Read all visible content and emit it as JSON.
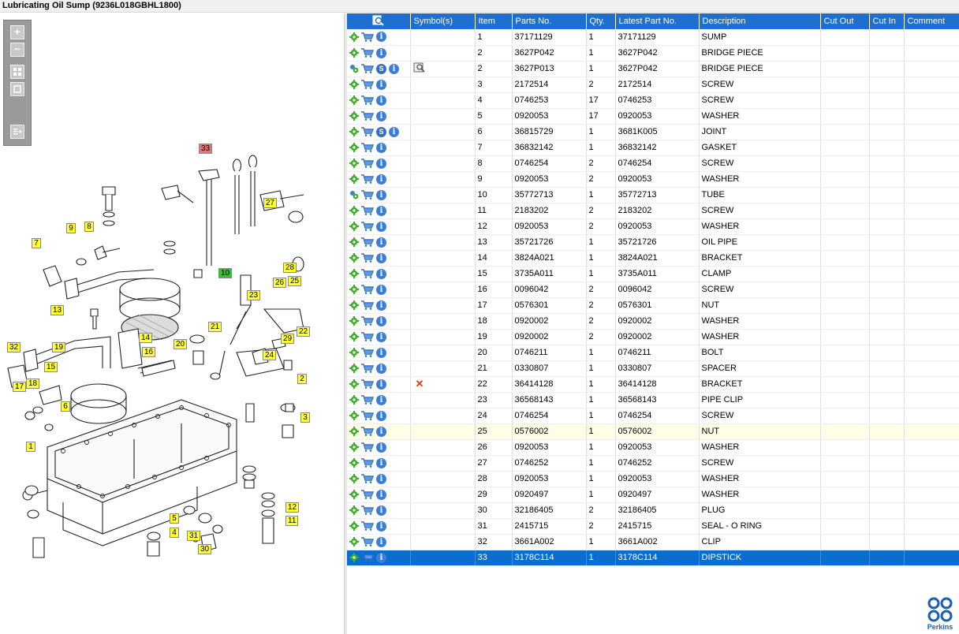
{
  "title": "Lubricating Oil Sump (9236L018GBHL1800)",
  "toolbar": {
    "zoom_in": "+",
    "zoom_out": "−"
  },
  "diagram": {
    "callouts": [
      {
        "label": "33",
        "style": "red"
      },
      {
        "label": "27",
        "style": "yellow"
      },
      {
        "label": "9",
        "style": "yellow"
      },
      {
        "label": "8",
        "style": "yellow"
      },
      {
        "label": "7",
        "style": "yellow"
      },
      {
        "label": "10",
        "style": "green"
      },
      {
        "label": "28",
        "style": "yellow"
      },
      {
        "label": "26",
        "style": "yellow"
      },
      {
        "label": "25",
        "style": "yellow"
      },
      {
        "label": "23",
        "style": "yellow"
      },
      {
        "label": "13",
        "style": "yellow"
      },
      {
        "label": "22",
        "style": "yellow"
      },
      {
        "label": "21",
        "style": "yellow"
      },
      {
        "label": "14",
        "style": "yellow"
      },
      {
        "label": "29",
        "style": "yellow"
      },
      {
        "label": "20",
        "style": "yellow"
      },
      {
        "label": "32",
        "style": "yellow"
      },
      {
        "label": "19",
        "style": "yellow"
      },
      {
        "label": "16",
        "style": "yellow"
      },
      {
        "label": "24",
        "style": "yellow"
      },
      {
        "label": "15",
        "style": "yellow"
      },
      {
        "label": "2",
        "style": "yellow"
      },
      {
        "label": "17",
        "style": "yellow"
      },
      {
        "label": "18",
        "style": "yellow"
      },
      {
        "label": "6",
        "style": "yellow"
      },
      {
        "label": "3",
        "style": "yellow"
      },
      {
        "label": "1",
        "style": "yellow"
      },
      {
        "label": "12",
        "style": "yellow"
      },
      {
        "label": "5",
        "style": "yellow"
      },
      {
        "label": "11",
        "style": "yellow"
      },
      {
        "label": "4",
        "style": "yellow"
      },
      {
        "label": "31",
        "style": "yellow"
      },
      {
        "label": "30",
        "style": "yellow"
      }
    ]
  },
  "table": {
    "columns": [
      "Symbol(s)",
      "Item",
      "Parts No.",
      "Qty.",
      "Latest Part No.",
      "Description",
      "Cut Out",
      "Cut In",
      "Comment"
    ],
    "rows": [
      {
        "item": "1",
        "part": "37171129",
        "qty": "1",
        "latest": "37171129",
        "desc": "SUMP",
        "gear": "single",
        "s": false,
        "sym": ""
      },
      {
        "item": "2",
        "part": "3627P042",
        "qty": "1",
        "latest": "3627P042",
        "desc": "BRIDGE PIECE",
        "gear": "single",
        "s": false,
        "sym": ""
      },
      {
        "item": "2",
        "part": "3627P013",
        "qty": "1",
        "latest": "3627P042",
        "desc": "BRIDGE PIECE",
        "gear": "multi",
        "s": true,
        "sym": "book"
      },
      {
        "item": "3",
        "part": "2172514",
        "qty": "2",
        "latest": "2172514",
        "desc": "SCREW",
        "gear": "single",
        "s": false,
        "sym": ""
      },
      {
        "item": "4",
        "part": "0746253",
        "qty": "17",
        "latest": "0746253",
        "desc": "SCREW",
        "gear": "single",
        "s": false,
        "sym": ""
      },
      {
        "item": "5",
        "part": "0920053",
        "qty": "17",
        "latest": "0920053",
        "desc": "WASHER",
        "gear": "single",
        "s": false,
        "sym": ""
      },
      {
        "item": "6",
        "part": "36815729",
        "qty": "1",
        "latest": "3681K005",
        "desc": "JOINT",
        "gear": "single",
        "s": true,
        "sym": ""
      },
      {
        "item": "7",
        "part": "36832142",
        "qty": "1",
        "latest": "36832142",
        "desc": "GASKET",
        "gear": "single",
        "s": false,
        "sym": ""
      },
      {
        "item": "8",
        "part": "0746254",
        "qty": "2",
        "latest": "0746254",
        "desc": "SCREW",
        "gear": "single",
        "s": false,
        "sym": ""
      },
      {
        "item": "9",
        "part": "0920053",
        "qty": "2",
        "latest": "0920053",
        "desc": "WASHER",
        "gear": "single",
        "s": false,
        "sym": ""
      },
      {
        "item": "10",
        "part": "35772713",
        "qty": "1",
        "latest": "35772713",
        "desc": "TUBE",
        "gear": "multi",
        "s": false,
        "sym": ""
      },
      {
        "item": "11",
        "part": "2183202",
        "qty": "2",
        "latest": "2183202",
        "desc": "SCREW",
        "gear": "single",
        "s": false,
        "sym": ""
      },
      {
        "item": "12",
        "part": "0920053",
        "qty": "2",
        "latest": "0920053",
        "desc": "WASHER",
        "gear": "single",
        "s": false,
        "sym": ""
      },
      {
        "item": "13",
        "part": "35721726",
        "qty": "1",
        "latest": "35721726",
        "desc": "OIL PIPE",
        "gear": "single",
        "s": false,
        "sym": ""
      },
      {
        "item": "14",
        "part": "3824A021",
        "qty": "1",
        "latest": "3824A021",
        "desc": "BRACKET",
        "gear": "single",
        "s": false,
        "sym": ""
      },
      {
        "item": "15",
        "part": "3735A011",
        "qty": "1",
        "latest": "3735A011",
        "desc": "CLAMP",
        "gear": "single",
        "s": false,
        "sym": ""
      },
      {
        "item": "16",
        "part": "0096042",
        "qty": "2",
        "latest": "0096042",
        "desc": "SCREW",
        "gear": "single",
        "s": false,
        "sym": ""
      },
      {
        "item": "17",
        "part": "0576301",
        "qty": "2",
        "latest": "0576301",
        "desc": "NUT",
        "gear": "single",
        "s": false,
        "sym": ""
      },
      {
        "item": "18",
        "part": "0920002",
        "qty": "2",
        "latest": "0920002",
        "desc": "WASHER",
        "gear": "single",
        "s": false,
        "sym": ""
      },
      {
        "item": "19",
        "part": "0920002",
        "qty": "2",
        "latest": "0920002",
        "desc": "WASHER",
        "gear": "single",
        "s": false,
        "sym": ""
      },
      {
        "item": "20",
        "part": "0746211",
        "qty": "1",
        "latest": "0746211",
        "desc": "BOLT",
        "gear": "single",
        "s": false,
        "sym": ""
      },
      {
        "item": "21",
        "part": "0330807",
        "qty": "1",
        "latest": "0330807",
        "desc": "SPACER",
        "gear": "single",
        "s": false,
        "sym": ""
      },
      {
        "item": "22",
        "part": "36414128",
        "qty": "1",
        "latest": "36414128",
        "desc": "BRACKET",
        "gear": "single",
        "s": false,
        "sym": "x"
      },
      {
        "item": "23",
        "part": "36568143",
        "qty": "1",
        "latest": "36568143",
        "desc": "PIPE CLIP",
        "gear": "single",
        "s": false,
        "sym": ""
      },
      {
        "item": "24",
        "part": "0746254",
        "qty": "1",
        "latest": "0746254",
        "desc": "SCREW",
        "gear": "single",
        "s": false,
        "sym": ""
      },
      {
        "item": "25",
        "part": "0576002",
        "qty": "1",
        "latest": "0576002",
        "desc": "NUT",
        "gear": "single",
        "s": false,
        "sym": "",
        "highlight": true
      },
      {
        "item": "26",
        "part": "0920053",
        "qty": "1",
        "latest": "0920053",
        "desc": "WASHER",
        "gear": "single",
        "s": false,
        "sym": ""
      },
      {
        "item": "27",
        "part": "0746252",
        "qty": "1",
        "latest": "0746252",
        "desc": "SCREW",
        "gear": "single",
        "s": false,
        "sym": ""
      },
      {
        "item": "28",
        "part": "0920053",
        "qty": "1",
        "latest": "0920053",
        "desc": "WASHER",
        "gear": "single",
        "s": false,
        "sym": ""
      },
      {
        "item": "29",
        "part": "0920497",
        "qty": "1",
        "latest": "0920497",
        "desc": "WASHER",
        "gear": "single",
        "s": false,
        "sym": ""
      },
      {
        "item": "30",
        "part": "32186405",
        "qty": "2",
        "latest": "32186405",
        "desc": "PLUG",
        "gear": "single",
        "s": false,
        "sym": ""
      },
      {
        "item": "31",
        "part": "2415715",
        "qty": "2",
        "latest": "2415715",
        "desc": "SEAL - O RING",
        "gear": "single",
        "s": false,
        "sym": ""
      },
      {
        "item": "32",
        "part": "3661A002",
        "qty": "1",
        "latest": "3661A002",
        "desc": "CLIP",
        "gear": "single",
        "s": false,
        "sym": ""
      },
      {
        "item": "33",
        "part": "3178C114",
        "qty": "1",
        "latest": "3178C114",
        "desc": "DIPSTICK",
        "gear": "single",
        "s": false,
        "sym": "",
        "selected": true
      }
    ]
  },
  "brand": {
    "name": "Perkins",
    "color": "#1b5fb0"
  },
  "colors": {
    "header": "#1e6fd0",
    "selected_row": "#0a6ecf",
    "callout_yellow": "#ffff33",
    "callout_red": "#f07070",
    "callout_green": "#22cc22"
  }
}
